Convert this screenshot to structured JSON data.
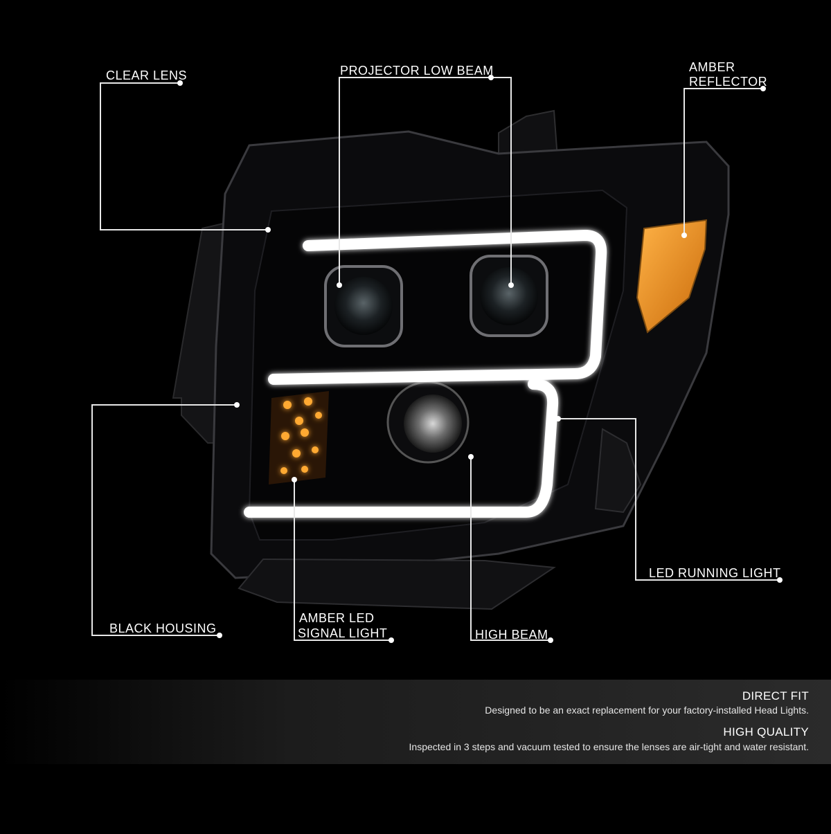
{
  "callouts": {
    "clear_lens": "CLEAR LENS",
    "projector_low_beam": "PROJECTOR LOW BEAM",
    "amber_reflector_line1": "AMBER",
    "amber_reflector_line2": "REFLECTOR",
    "led_running_light": "LED RUNNING LIGHT",
    "black_housing": "BLACK HOUSING",
    "amber_led_line1": "AMBER LED",
    "amber_led_line2": "SIGNAL LIGHT",
    "high_beam": "HIGH BEAM"
  },
  "features": [
    {
      "title": "DIRECT FIT",
      "text": "Designed to be an exact replacement for your factory-installed Head Lights."
    },
    {
      "title": "HIGH QUALITY",
      "text": "Inspected in 3 steps and vacuum tested to ensure the lenses are air-tight and water resistant."
    }
  ],
  "colors": {
    "background": "#000000",
    "housing": "#0b0b0d",
    "drl": "#ffffff",
    "amber": "#f2a22c",
    "callout_line": "#e8e8e8"
  }
}
